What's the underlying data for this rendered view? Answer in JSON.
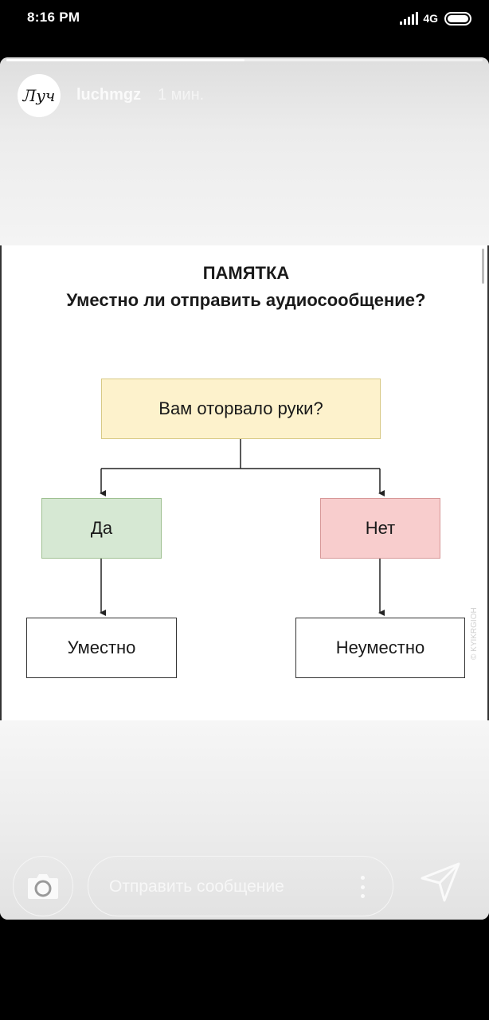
{
  "status_bar": {
    "time": "8:16 PM",
    "network": "4G",
    "icons": [
      "signal-icon",
      "battery-icon"
    ]
  },
  "story": {
    "progress": 0.5,
    "username": "luchmgz",
    "time_ago": "1 мин.",
    "avatar_logo": "Луч"
  },
  "content": {
    "title": "ПАМЯТКА",
    "question": "Уместно ли отправить аудиосообщение?",
    "watermark": "© KYIKRGIOH",
    "flowchart": {
      "question": "Вам оторвало руки?",
      "yes": "Да",
      "no": "Нет",
      "yes_result": "Уместно",
      "no_result": "Неуместно"
    },
    "colors": {
      "question_box": "#fdf2cc",
      "yes_box": "#d6e8d3",
      "no_box": "#f8cdcd"
    }
  },
  "footer": {
    "message_placeholder": "Отправить сообщение",
    "icons": [
      "camera-icon",
      "more-icon",
      "send-icon"
    ]
  }
}
